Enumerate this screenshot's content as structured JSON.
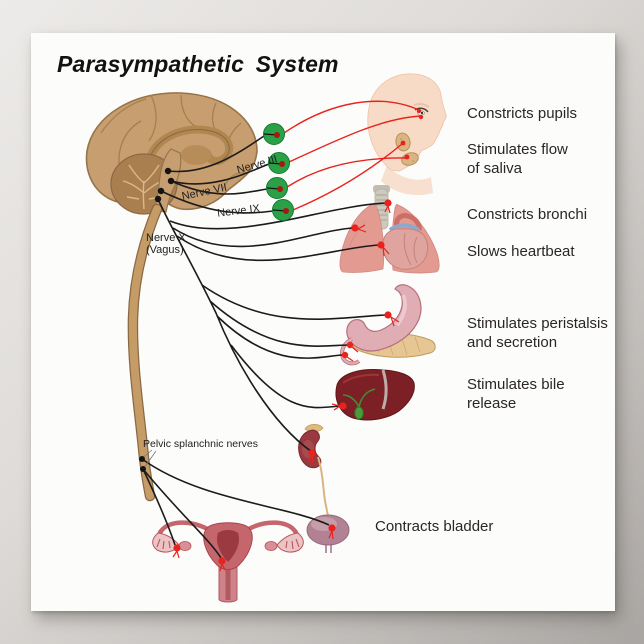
{
  "title": "Parasympathetic System",
  "nerve_labels": {
    "nerve3": "Nerve III",
    "nerve7": "Nerve VII",
    "nerve9": "Nerve IX",
    "nerve10_line1": "Nerve X",
    "nerve10_line2": "(Vagus)",
    "pelvic": "Pelvic splanchnic nerves"
  },
  "effect_labels": [
    {
      "line1": "Constricts pupils",
      "line2": ""
    },
    {
      "line1": "Stimulates flow",
      "line2": "of saliva"
    },
    {
      "line1": "Constricts bronchi",
      "line2": ""
    },
    {
      "line1": "Slows heartbeat",
      "line2": ""
    },
    {
      "line1": "Stimulates peristalsis",
      "line2": "and secretion"
    },
    {
      "line1": "Stimulates bile",
      "line2": "release"
    },
    {
      "line1": "Contracts bladder",
      "line2": ""
    }
  ],
  "organs_depicted": [
    "brain",
    "spinal cord",
    "head profile",
    "eye",
    "salivary glands",
    "trachea",
    "lungs",
    "heart",
    "stomach",
    "pancreas",
    "liver",
    "gallbladder",
    "kidney",
    "adrenal gland",
    "urinary bladder",
    "uterus"
  ],
  "ganglia_count": 4,
  "colors": {
    "poster_bg": "#fcfcfb",
    "backdrop": "#b5b1ae",
    "preganglionic_black": "#1b1b1b",
    "postganglionic_red": "#e8231e",
    "ganglion_green": "#2aa147",
    "brain_tan": "#c79e6f",
    "label_text": "#2b2626"
  }
}
